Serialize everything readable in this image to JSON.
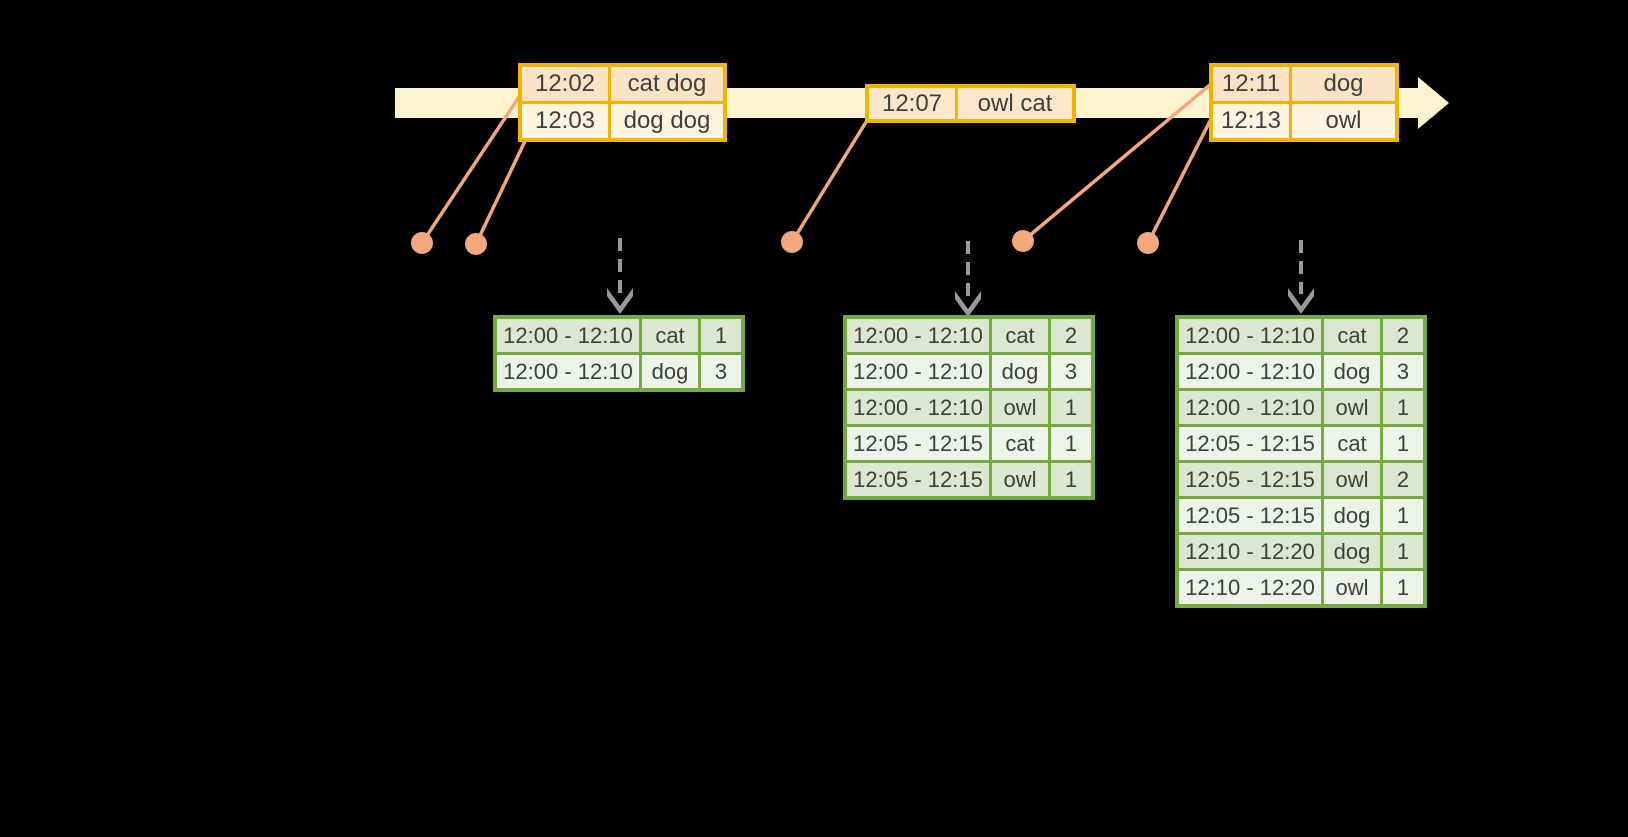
{
  "diagram_title": "streaming-windowed-word-count",
  "colors": {
    "background": "#000000",
    "timeline_band": "#fdf3cf",
    "event_table_border": "#f0b400",
    "event_row_peach": "#fae3c4",
    "event_row_cream": "#fdf4e2",
    "dot_and_line": "#f2a87c",
    "trigger_arrow": "#9a9a9a",
    "result_table_border": "#76a93f",
    "result_row_dark": "#dbe7cf",
    "result_row_light": "#eef3e9",
    "text": "#3f3f3f"
  },
  "event_tables": [
    {
      "rows": [
        [
          "12:02",
          "cat dog"
        ],
        [
          "12:03",
          "dog dog"
        ]
      ]
    },
    {
      "rows": [
        [
          "12:07",
          "owl cat"
        ]
      ]
    },
    {
      "rows": [
        [
          "12:11",
          "dog"
        ],
        [
          "12:13",
          "owl"
        ]
      ]
    }
  ],
  "result_tables": [
    {
      "rows": [
        [
          "12:00 - 12:10",
          "cat",
          "1"
        ],
        [
          "12:00 - 12:10",
          "dog",
          "3"
        ]
      ]
    },
    {
      "rows": [
        [
          "12:00 - 12:10",
          "cat",
          "2"
        ],
        [
          "12:00 - 12:10",
          "dog",
          "3"
        ],
        [
          "12:00 - 12:10",
          "owl",
          "1"
        ],
        [
          "12:05 - 12:15",
          "cat",
          "1"
        ],
        [
          "12:05 - 12:15",
          "owl",
          "1"
        ]
      ]
    },
    {
      "rows": [
        [
          "12:00 - 12:10",
          "cat",
          "2"
        ],
        [
          "12:00 - 12:10",
          "dog",
          "3"
        ],
        [
          "12:00 - 12:10",
          "owl",
          "1"
        ],
        [
          "12:05 - 12:15",
          "cat",
          "1"
        ],
        [
          "12:05 - 12:15",
          "owl",
          "2"
        ],
        [
          "12:05 - 12:15",
          "dog",
          "1"
        ],
        [
          "12:10 - 12:20",
          "dog",
          "1"
        ],
        [
          "12:10 - 12:20",
          "owl",
          "1"
        ]
      ]
    }
  ]
}
